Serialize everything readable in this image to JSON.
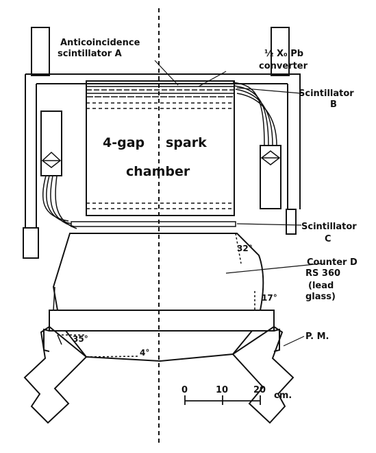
{
  "labels": {
    "anticoincidence": "Anticoincidence",
    "scintillator_a": "scintillator A",
    "half_x0_pb": "½ X₀ Pb",
    "converter": "converter",
    "scintillator_b_1": "Scintillator",
    "scintillator_b_2": "B",
    "chamber_1": "4-gap",
    "chamber_2": "spark",
    "chamber_3": "chamber",
    "scintillator_c_1": "Scintillator",
    "scintillator_c_2": "C",
    "counter_d_1": "Counter D",
    "counter_d_2": "RS 360",
    "counter_d_3": "(lead",
    "counter_d_4": "glass)",
    "pm": "P. M."
  },
  "angles": {
    "a32": "32°",
    "a17": "17°",
    "a35": "35°",
    "a4": "4°"
  },
  "scale_bar": {
    "tick_0": "0",
    "tick_10": "10",
    "tick_20": "20",
    "unit": "cm."
  },
  "colors": {
    "ink": "#111111",
    "paper": "#ffffff"
  }
}
